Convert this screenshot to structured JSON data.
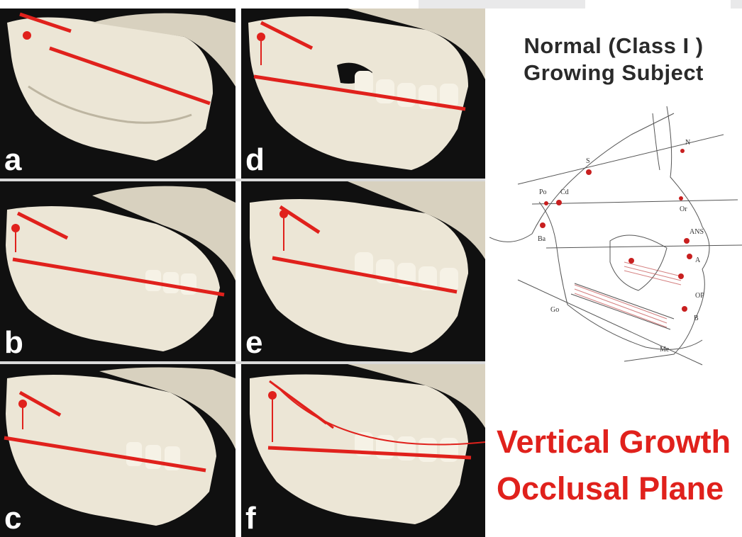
{
  "panels": [
    {
      "id": "a",
      "letter": "a"
    },
    {
      "id": "b",
      "letter": "b"
    },
    {
      "id": "c",
      "letter": "c"
    },
    {
      "id": "d",
      "letter": "d"
    },
    {
      "id": "e",
      "letter": "e"
    },
    {
      "id": "f",
      "letter": "f"
    }
  ],
  "title": {
    "line1": "Normal (Class I )",
    "line2": "Growing Subject"
  },
  "caption": {
    "line1": "Vertical Growth",
    "line2": "Occlusal Plane"
  },
  "landmarks": {
    "S": "S",
    "N": "N",
    "Po": "Po",
    "Cd": "Cd",
    "Or": "Or",
    "Ba": "Ba",
    "ANS": "ANS",
    "A": "A",
    "OP": "OP",
    "Go": "Go",
    "B": "B",
    "Me": "Me"
  },
  "colors": {
    "accent_red": "#e0211c",
    "bone": "#ece6d6",
    "panel_background": "#0b0b0b"
  },
  "icons": {
    "skull_photo": "skull-jaw-photo-icon",
    "cephalometric_tracing": "cephalometric-tracing-icon"
  }
}
